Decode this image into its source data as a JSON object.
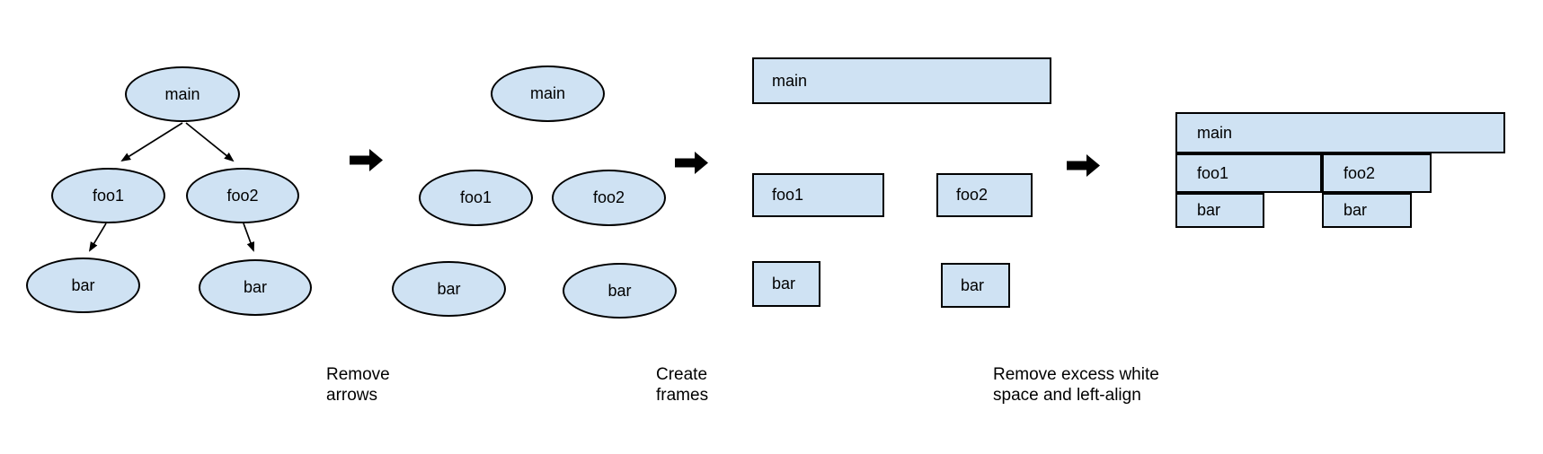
{
  "colors": {
    "node_fill": "#cfe2f3",
    "node_stroke": "#000000",
    "arrow_fill": "#000000",
    "text": "#000000",
    "background": "#ffffff"
  },
  "tree": {
    "main": "main",
    "foo1": "foo1",
    "foo2": "foo2",
    "bar_left": "bar",
    "bar_right": "bar"
  },
  "no_arrows": {
    "main": "main",
    "foo1": "foo1",
    "foo2": "foo2",
    "bar_left": "bar",
    "bar_right": "bar"
  },
  "frames": {
    "main": "main",
    "foo1": "foo1",
    "foo2": "foo2",
    "bar_left": "bar",
    "bar_right": "bar"
  },
  "flame": {
    "main": "main",
    "foo1": "foo1",
    "foo2": "foo2",
    "bar_left": "bar",
    "bar_right": "bar"
  },
  "captions": {
    "remove_arrows": "Remove\narrows",
    "create_frames": "Create\nframes",
    "left_align": "Remove excess white\nspace and left-align"
  }
}
